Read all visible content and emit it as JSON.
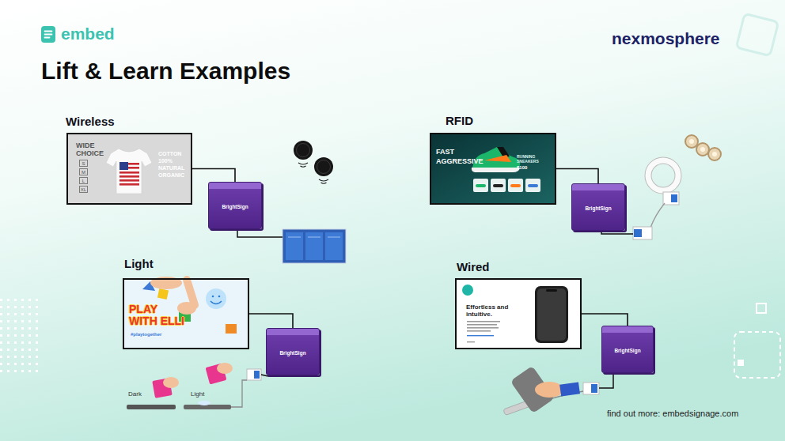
{
  "diagram": {
    "title": "Lift & Learn Examples",
    "nodes": [
      {
        "text": [
          "Wireless",
          "WIDE CHOICE",
          "S",
          "M",
          "L",
          "XL",
          "COTTON 100% NATURAL ORGANIC"
        ]
      },
      {
        "text": [
          "BrightSign"
        ]
      },
      {
        "text": [
          "RFID",
          "FAST AGGRESSIVE",
          "RUNNING SNEAKERS",
          "$100"
        ]
      },
      {
        "text": [
          "BrightSign"
        ]
      },
      {
        "text": [
          "Light",
          "PLAY WITH ELLI",
          "#playtogether"
        ]
      },
      {
        "text": [
          "BrightSign"
        ]
      },
      {
        "text": [
          "Wired",
          "Effortless and intuitive."
        ]
      },
      {
        "text": [
          "BrightSign"
        ]
      }
    ],
    "edges": [
      {
        "from": 0,
        "to": 1,
        "arrow": "none"
      },
      {
        "from": 2,
        "to": 3,
        "arrow": "none"
      },
      {
        "from": 4,
        "to": 5,
        "arrow": "none"
      },
      {
        "from": 6,
        "to": 7,
        "arrow": "none"
      }
    ],
    "labels": [
      "embed",
      "nexmosphere",
      "Dark",
      "Light",
      "find out more: embedsignage.com"
    ]
  }
}
